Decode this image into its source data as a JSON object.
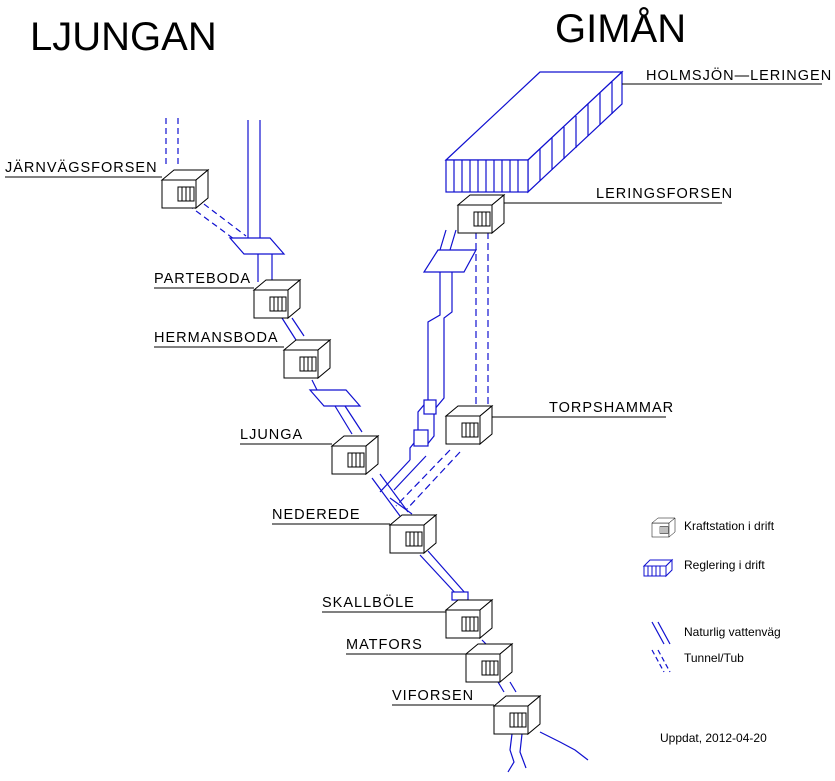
{
  "titles": {
    "left": "LJUNGAN",
    "right": "GIMÅN"
  },
  "reservoir_label": "HOLMSJÖN—LERINGEN",
  "stations": [
    {
      "id": "jarnvagsforsen",
      "label": "JÄRNVÄGSFORSEN"
    },
    {
      "id": "parteboda",
      "label": "PARTEBODA"
    },
    {
      "id": "hermansboda",
      "label": "HERMANSBODA"
    },
    {
      "id": "ljunga",
      "label": "LJUNGA"
    },
    {
      "id": "leringsforsen",
      "label": "LERINGSFORSEN"
    },
    {
      "id": "torpshammar",
      "label": "TORPSHAMMAR"
    },
    {
      "id": "nederede",
      "label": "NEDEREDE"
    },
    {
      "id": "skallbole",
      "label": "SKALLBÖLE"
    },
    {
      "id": "matfors",
      "label": "MATFORS"
    },
    {
      "id": "viforsen",
      "label": "VIFORSEN"
    }
  ],
  "legend": {
    "items": [
      {
        "icon": "power-station-icon",
        "label": "Kraftstation i drift"
      },
      {
        "icon": "regulation-icon",
        "label": "Reglering i drift"
      },
      {
        "icon": "natural-waterway-icon",
        "label": "Naturlig vattenväg"
      },
      {
        "icon": "tunnel-icon",
        "label": "Tunnel/Tub"
      }
    ]
  },
  "updated": "Uppdat, 2012-04-20",
  "colors": {
    "water": "#1010d0",
    "outline": "#000000"
  }
}
